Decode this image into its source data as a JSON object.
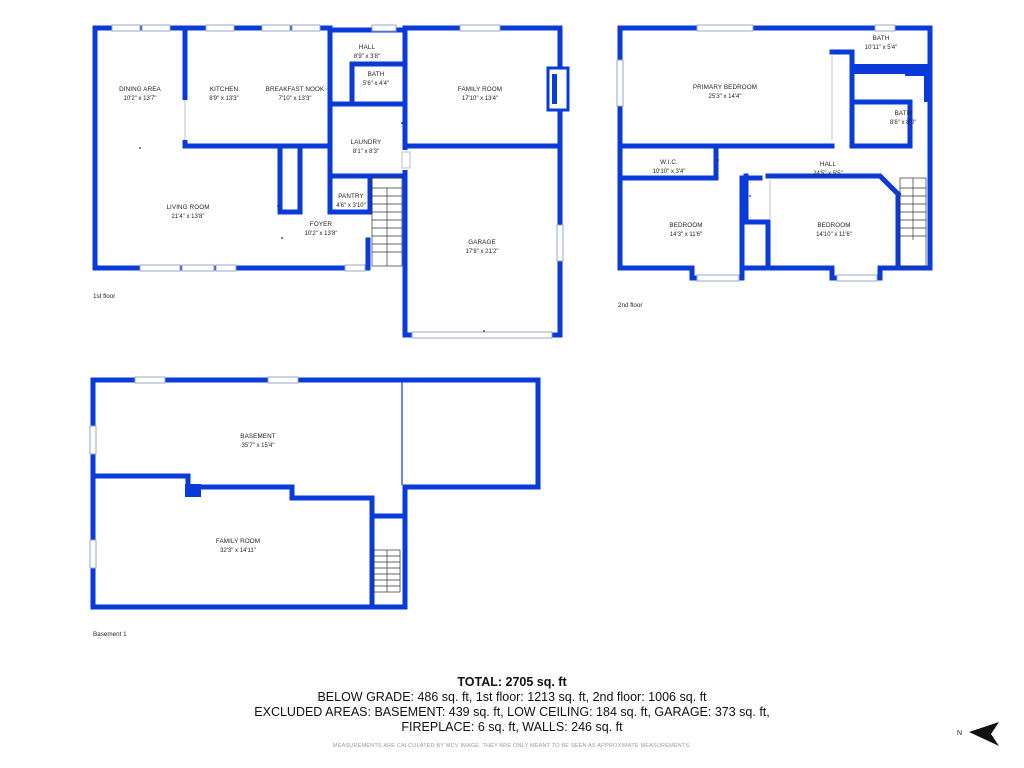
{
  "floors": [
    {
      "id": "first",
      "label": "1st floor"
    },
    {
      "id": "second",
      "label": "2nd floor"
    },
    {
      "id": "basement",
      "label": "Basement 1"
    }
  ],
  "rooms": {
    "dining_area": {
      "name": "DINING AREA",
      "dim": "10'2\" x 13'7\""
    },
    "kitchen": {
      "name": "KITCHEN",
      "dim": "8'9\" x 13'3\""
    },
    "breakfast_nook": {
      "name": "BREAKFAST NOOK",
      "dim": "7'10\" x 13'3\""
    },
    "hall_1": {
      "name": "HALL",
      "dim": "8'9\" x 3'8\""
    },
    "bath_1": {
      "name": "BATH",
      "dim": "5'6\" x 4'4\""
    },
    "family_room_1": {
      "name": "FAMILY ROOM",
      "dim": "17'10\" x 13'4\""
    },
    "laundry": {
      "name": "LAUNDRY",
      "dim": "8'1\" x 8'3\""
    },
    "living_room": {
      "name": "LIVING ROOM",
      "dim": "21'4\" x 13'8\""
    },
    "pantry": {
      "name": "PANTRY",
      "dim": "4'6\" x 3'10\""
    },
    "foyer": {
      "name": "FOYER",
      "dim": "10'2\" x 13'8\""
    },
    "garage": {
      "name": "GARAGE",
      "dim": "17'8\" x 21'2\""
    },
    "primary_bedroom": {
      "name": "PRIMARY BEDROOM",
      "dim": "25'3\" x 14'4\""
    },
    "bath_2a": {
      "name": "BATH",
      "dim": "10'11\" x 5'4\""
    },
    "bath_2b": {
      "name": "BATH",
      "dim": "8'6\" x 8'0\""
    },
    "wic": {
      "name": "W.I.C.",
      "dim": "10'10\" x 3'4\""
    },
    "hall_2": {
      "name": "HALL",
      "dim": "24'5\" x 5'5\""
    },
    "bedroom_a": {
      "name": "BEDROOM",
      "dim": "14'3\" x 11'6\""
    },
    "bedroom_b": {
      "name": "BEDROOM",
      "dim": "14'10\" x 11'6\""
    },
    "basement": {
      "name": "BASEMENT",
      "dim": "35'7\" x 15'4\""
    },
    "family_room_b": {
      "name": "FAMILY ROOM",
      "dim": "32'3\" x 14'11\""
    }
  },
  "summary": {
    "total": "TOTAL: 2705 sq. ft",
    "line1": "BELOW GRADE: 486 sq. ft, 1st floor: 1213 sq. ft, 2nd floor: 1006 sq. ft",
    "line2": "EXCLUDED AREAS: BASEMENT: 439 sq. ft, LOW CEILING: 184 sq. ft, GARAGE: 373 sq. ft,",
    "line3": "FIREPLACE: 6 sq. ft, WALLS: 246 sq. ft"
  },
  "disclaimer": "MEASUREMENTS ARE CALCULATED BY MCV IMAGE. THEY ARE ONLY MEANT TO BE SEEN AS APPROXIMATE MEASUREMENTS.",
  "compass": {
    "label": "N",
    "icon": "north-arrow-icon"
  },
  "colors": {
    "wall": "#0a3ad8",
    "text": "#222222",
    "background": "#ffffff"
  }
}
